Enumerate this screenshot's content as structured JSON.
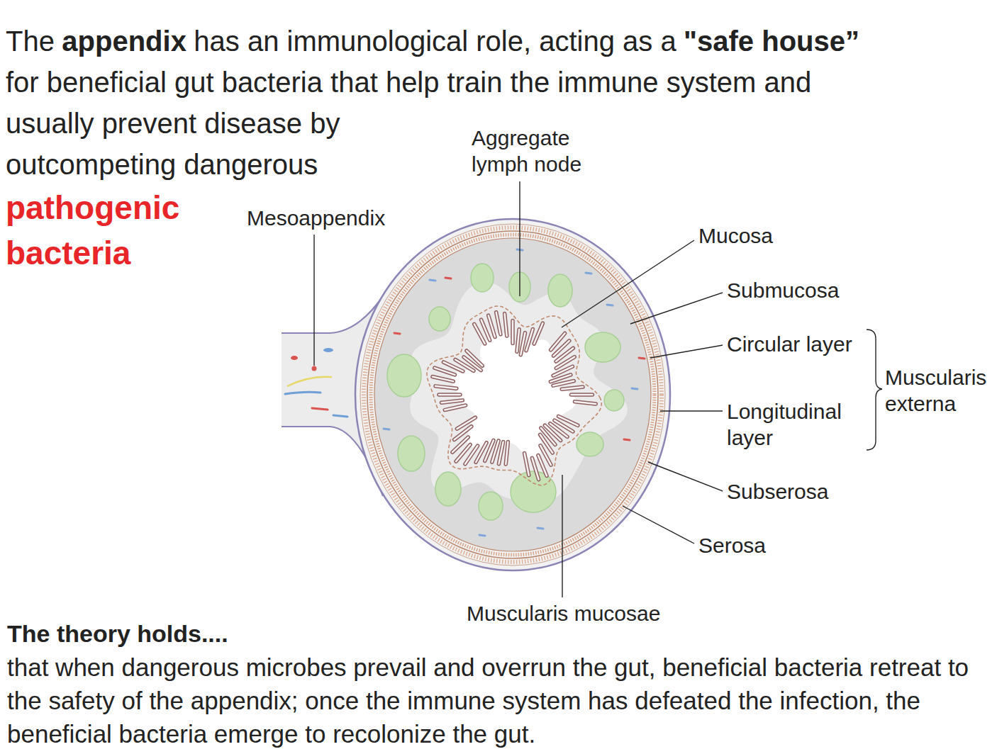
{
  "diagram": {
    "labels": [
      "The",
      "appendix",
      "has an immunological role, acting as a",
      "\"safe house”",
      "for beneficial gut bacteria that help train the immune system and usually prevent disease by outcompeting dangerous",
      "pathogenic bacteria",
      "Aggregate lymph node",
      "Mesoappendix",
      "Mucosa",
      "Submucosa",
      "Circular layer",
      "Longitudinal layer",
      "Muscularis externa",
      "Subserosa",
      "Serosa",
      "Muscularis mucosae",
      "The theory holds....",
      "that when dangerous microbes prevail and overrun the gut, beneficial bacteria retreat to the safety of the appendix; once the immune system has defeated the infection, the beneficial bacteria emerge to recolonize the gut."
    ]
  }
}
